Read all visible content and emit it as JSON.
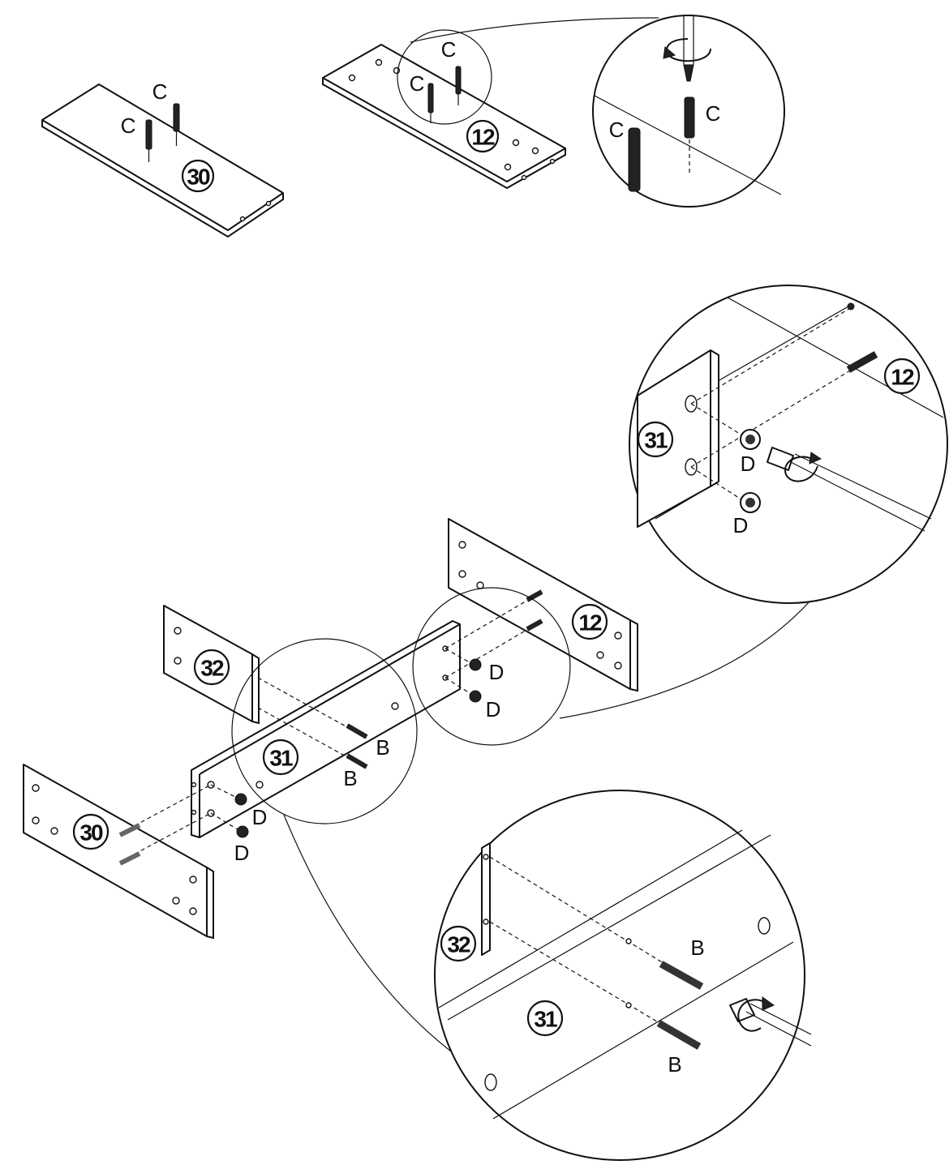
{
  "panels": {
    "p30": "30",
    "p12": "12",
    "p31": "31",
    "p32": "32"
  },
  "fittings": {
    "b": "B",
    "c": "C",
    "d": "D"
  },
  "icons": [
    "rotate-arrow-icon",
    "screwdriver-icon"
  ]
}
